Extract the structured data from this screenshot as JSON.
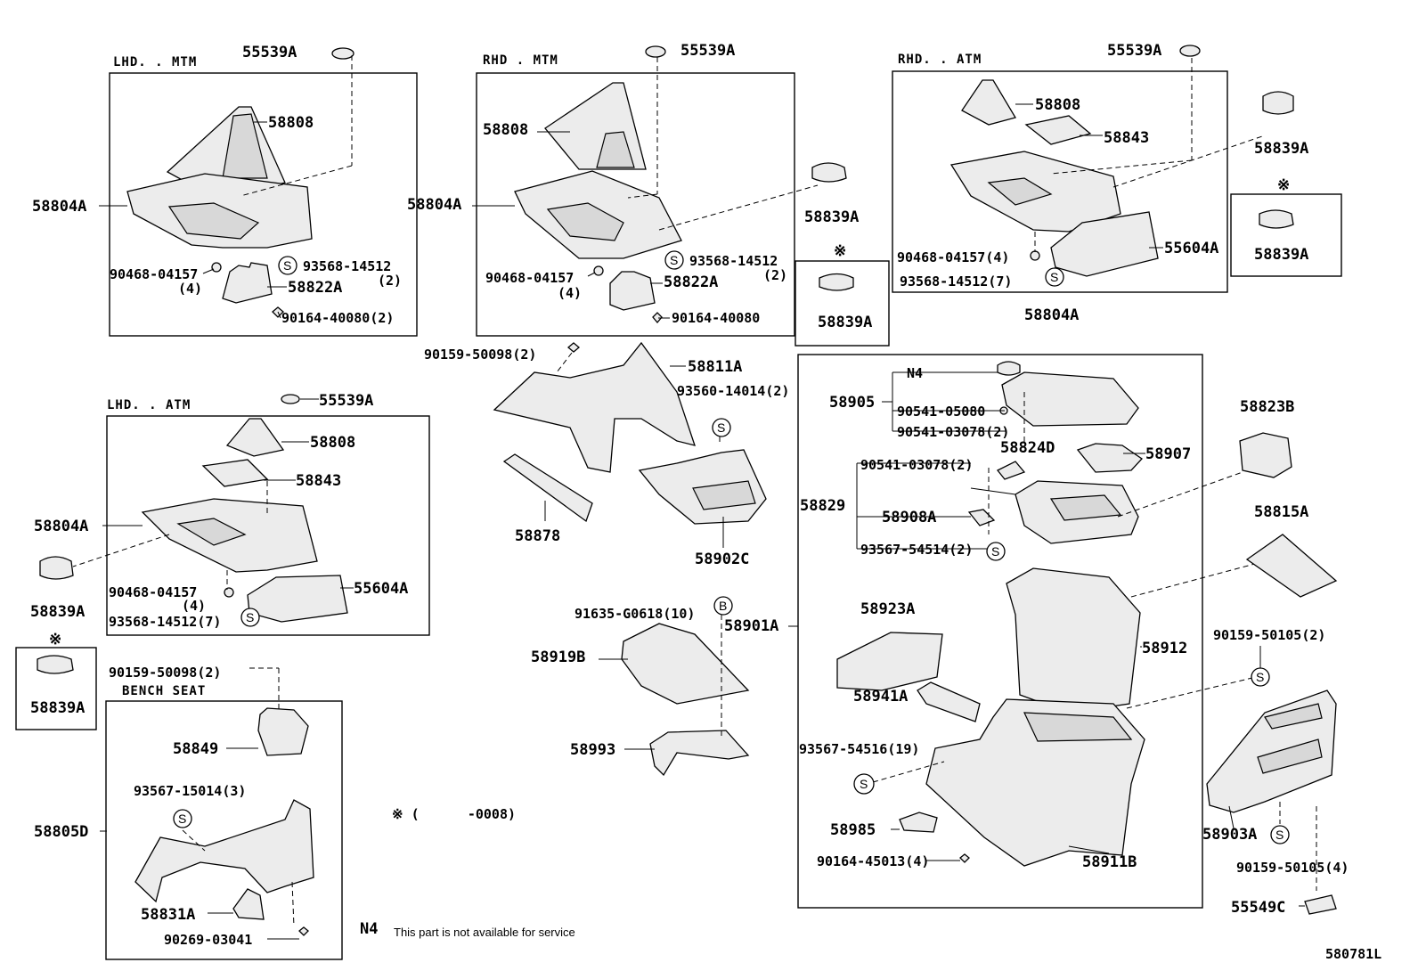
{
  "headers": {
    "lhd_mtm": "LHD. . MTM",
    "rhd_mtm": "RHD . MTM",
    "rhd_atm": "RHD. . ATM",
    "lhd_atm": "LHD. . ATM",
    "bench_seat": "BENCH SEAT"
  },
  "labels": {
    "l1": "55539A",
    "l2": "58808",
    "l3": "58804A",
    "l4": "90468-04157",
    "l5": "(4)",
    "l6": "93568-14512",
    "l7": "(2)",
    "l8": "58822A",
    "l9": "90164-40080(2)",
    "r1": "55539A",
    "r2": "58808",
    "r3": "58804A",
    "r4": "90468-04157",
    "r5": "(4)",
    "r6": "93568-14512",
    "r7": "(2)",
    "r8": "58822A",
    "r9": "90164-40080",
    "a1": "55539A",
    "a2": "58808",
    "a3": "58843",
    "a4": "90468-04157(4)",
    "a5": "93568-14512(7)",
    "a6": "55604A",
    "a7": "58804A",
    "f1": "58839A",
    "f2": "58839A",
    "f3": "58839A",
    "f4": "58839A",
    "f5": "58839A",
    "f6": "58839A",
    "b1": "55539A",
    "b2": "58808",
    "b3": "58843",
    "b4": "58804A",
    "b5": "90468-04157",
    "b6": "(4)",
    "b7": "93568-14512(7)",
    "b8": "55604A",
    "c1": "90159-50098(2)",
    "c2": "58811A",
    "c3": "93560-14014(2)",
    "c4": "58878",
    "c5": "58902C",
    "c6": "91635-G0618(10)",
    "c7": "58901A",
    "c8": "58919B",
    "c9": "58993",
    "d1": "90159-50098(2)",
    "d2": "58849",
    "d3": "93567-15014(3)",
    "d4": "58805D",
    "d5": "58831A",
    "d6": "90269-03041",
    "e1": "N4",
    "e2": "58905",
    "e3": "90541-05080",
    "e4": "90541-03078(2)",
    "e5": "58824D",
    "e6": "58907",
    "e7": "90541-03078(2)",
    "e8": "58829",
    "e9": "58908A",
    "e10": "93567-54514(2)",
    "e11": "58923A",
    "e12": "58912",
    "e13": "58941A",
    "e14": "93567-54516(19)",
    "e15": "58985",
    "e16": "90164-45013(4)",
    "e17": "58911B",
    "g1": "58823B",
    "g2": "58815A",
    "g3": "90159-50105(2)",
    "g4": "58903A",
    "g5": "90159-50105(4)",
    "g6": "55549C"
  },
  "symbols": {
    "s": "S",
    "b": "B",
    "ref": "※"
  },
  "notes": {
    "ref_range": "※ (      -0008)",
    "n4_key": "N4",
    "n4_text": "This part is not available for service",
    "diagram_id": "580781L"
  }
}
